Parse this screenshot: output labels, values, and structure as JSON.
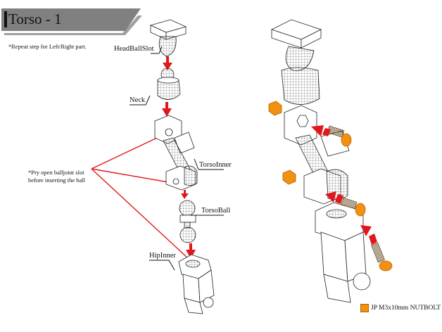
{
  "title": "Torso - 1",
  "notes": {
    "repeat": "*Repeat step for Left/Right part.",
    "pry_line1": "*Pry open balljoint slot",
    "pry_line2": "before inserting the ball"
  },
  "part_labels": {
    "head_ball_slot": "HeadBallSlot",
    "neck": "Neck",
    "torso_inner": "TorsoInner",
    "torso_ball": "TorsoBall",
    "hip_inner": "HipInner"
  },
  "legend": {
    "label": "JP M3x10mm NUTBOLT",
    "color": "#f29111"
  },
  "colors": {
    "banner_gray": "#808080",
    "banner_shadow": "#9a9a9a",
    "arrow_red": "#e0181b",
    "bolt_orange": "#f29111",
    "bolt_brown": "#8a6428"
  }
}
